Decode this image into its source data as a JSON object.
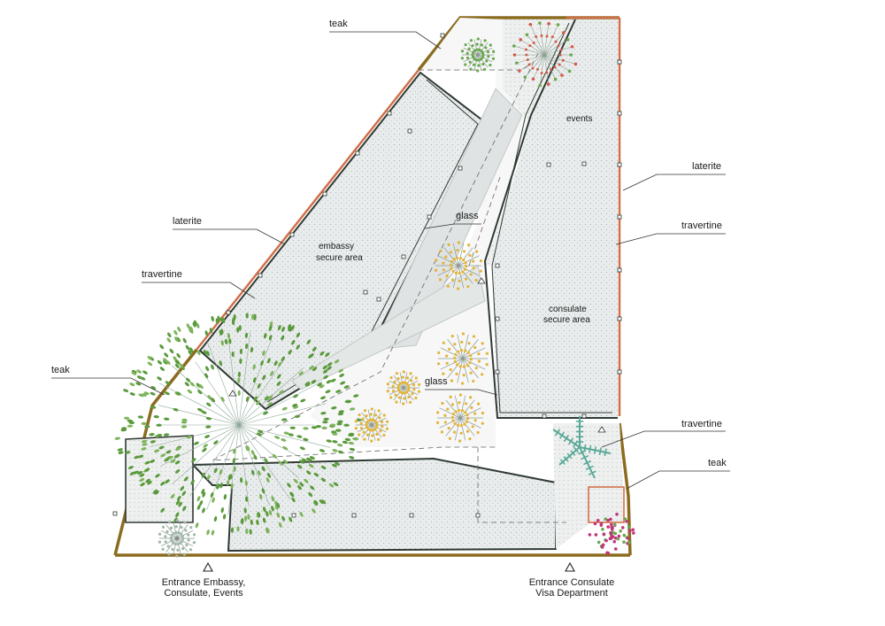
{
  "colors": {
    "background": "#ffffff",
    "teak": "#8b6b1f",
    "laterite": "#d0704a",
    "travertine_fill": "#e6e9e9",
    "wall": "#2f3a33",
    "glass_fill": "#dfe3e3",
    "tree_green": "#5a9a3c",
    "shrub_yellow": "#e3b43a",
    "fern_teal": "#5aa898",
    "flower_red": "#d25a4a",
    "flower_magenta": "#c2357a"
  },
  "icons": {
    "entrance": "triangle-outline-icon",
    "tree": "canopy-tree-icon",
    "shrub": "flowering-shrub-icon",
    "fern": "fern-icon"
  },
  "labels": {
    "teak_top": "teak",
    "laterite_left": "laterite",
    "travertine_left": "travertine",
    "teak_left": "teak",
    "laterite_right": "laterite",
    "travertine_right": "travertine",
    "travertine_bottom_right": "travertine",
    "teak_bottom_right": "teak",
    "glass_top": "glass",
    "glass_bottom": "glass"
  },
  "rooms": {
    "embassy_line1": "embassy",
    "embassy_line2": "secure area",
    "events": "events",
    "consulate_line1": "consulate",
    "consulate_line2": "secure area"
  },
  "entrances": {
    "main_line1": "Entrance Embassy,",
    "main_line2": "Consulate, Events",
    "visa_line1": "Entrance Consulate",
    "visa_line2": "Visa Department"
  }
}
